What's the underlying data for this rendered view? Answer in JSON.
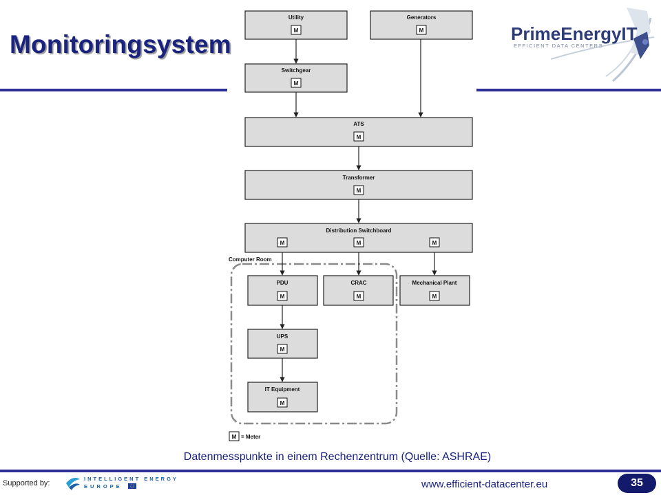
{
  "slide": {
    "title": "Monitoringsystem",
    "caption": "Datenmesspunkte in einem Rechenzentrum (Quelle: ASHRAE)",
    "supported_by": "Supported by:",
    "website": "www.efficient-datacenter.eu",
    "page_number": "35"
  },
  "logos": {
    "primeenergy": {
      "name": "PrimeEnergyIT",
      "tagline": "EFFICIENT DATA CENTERS"
    },
    "iee": {
      "line1": "INTELLIGENT ENERGY",
      "line2": "EUROPE"
    }
  },
  "diagram": {
    "meter_symbol": "M",
    "nodes": {
      "utility": "Utility",
      "generators": "Generators",
      "switchgear": "Switchgear",
      "ats": "ATS",
      "transformer": "Transformer",
      "distribution": "Distribution Switchboard",
      "pdu": "PDU",
      "crac": "CRAC",
      "mechanical": "Mechanical Plant",
      "ups": "UPS",
      "it_equipment": "IT Equipment"
    },
    "computer_room_label": "Computer Room",
    "legend_text": "= Meter"
  },
  "colors": {
    "title": "#1a237e",
    "rule": "#2e2e9a",
    "box_fill": "#dcdcdc",
    "page_badge": "#141a6b"
  }
}
